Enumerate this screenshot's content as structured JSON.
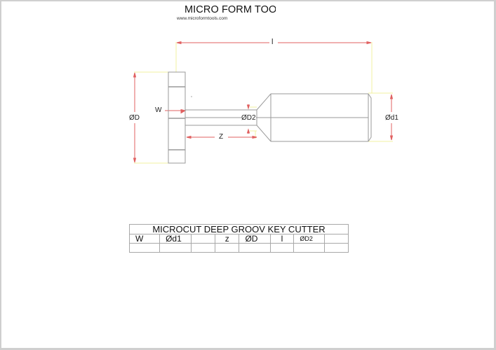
{
  "header": {
    "company_title": "MICRO FORM TOOLS",
    "website": "www.microformtools.com"
  },
  "drawing": {
    "labels": {
      "overall_length": "l",
      "cutter_diameter": "ØD",
      "width": "W",
      "neck_diameter": "ØD2",
      "reach": "Z",
      "shank_diameter": "Ød1"
    },
    "colors": {
      "outline": "#9a9a9a",
      "dimension_line": "#e06060",
      "extension_line": "#f2f0a0"
    }
  },
  "spec_table": {
    "title": "MICROCUT DEEP GROOV KEY CUTTER",
    "columns": [
      "W",
      "Ød1",
      "",
      "z",
      "ØD",
      "l",
      "ØD2",
      ""
    ],
    "rows": [
      [
        "",
        "",
        "",
        "",
        "",
        "",
        "",
        ""
      ]
    ]
  }
}
